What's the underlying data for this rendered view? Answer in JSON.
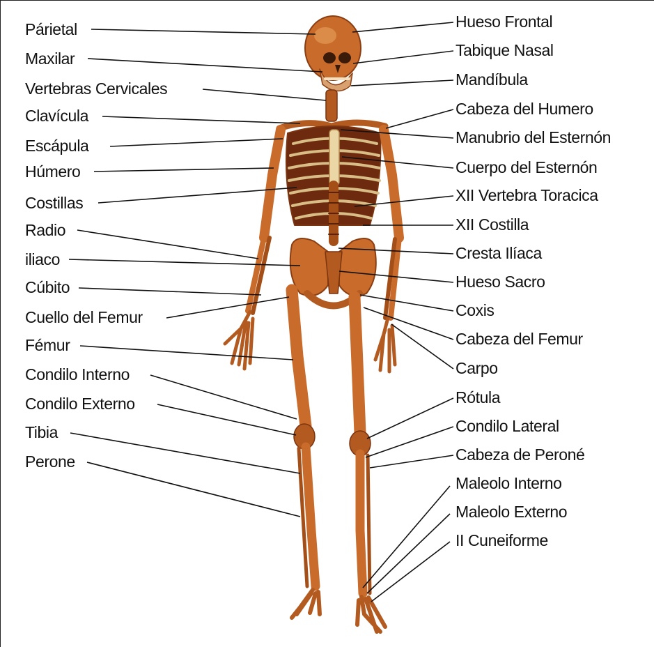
{
  "figure": {
    "labels_left": [
      "Párietal",
      "Maxilar",
      "Vertebras Cervicales",
      "Clavícula",
      "Escápula",
      "Húmero",
      "Costillas",
      "Radio",
      "iliaco",
      "Cúbito",
      "Cuello del Femur",
      "Fémur",
      "Condilo Interno",
      "Condilo Externo",
      "Tibia",
      "Perone"
    ],
    "labels_right": [
      "Hueso Frontal",
      "Tabique Nasal",
      "Mandíbula",
      "Cabeza del Humero",
      "Manubrio del Esternón",
      "Cuerpo del Esternón",
      "XII Vertebra Toracica",
      "XII Costilla",
      "Cresta Ilíaca",
      "Hueso Sacro",
      "Coxis",
      "Cabeza del Femur",
      "Carpo",
      "Rótula",
      "Condilo Lateral",
      "Cabeza de Peroné",
      "Maleolo Interno",
      "Maleolo Externo",
      "II Cuneiforme"
    ]
  },
  "colors": {
    "bone": "#c86a2a",
    "bone_dark": "#8a3e12",
    "bone_light": "#e8a060",
    "rib": "#d9c08a",
    "leader": "#111111"
  }
}
